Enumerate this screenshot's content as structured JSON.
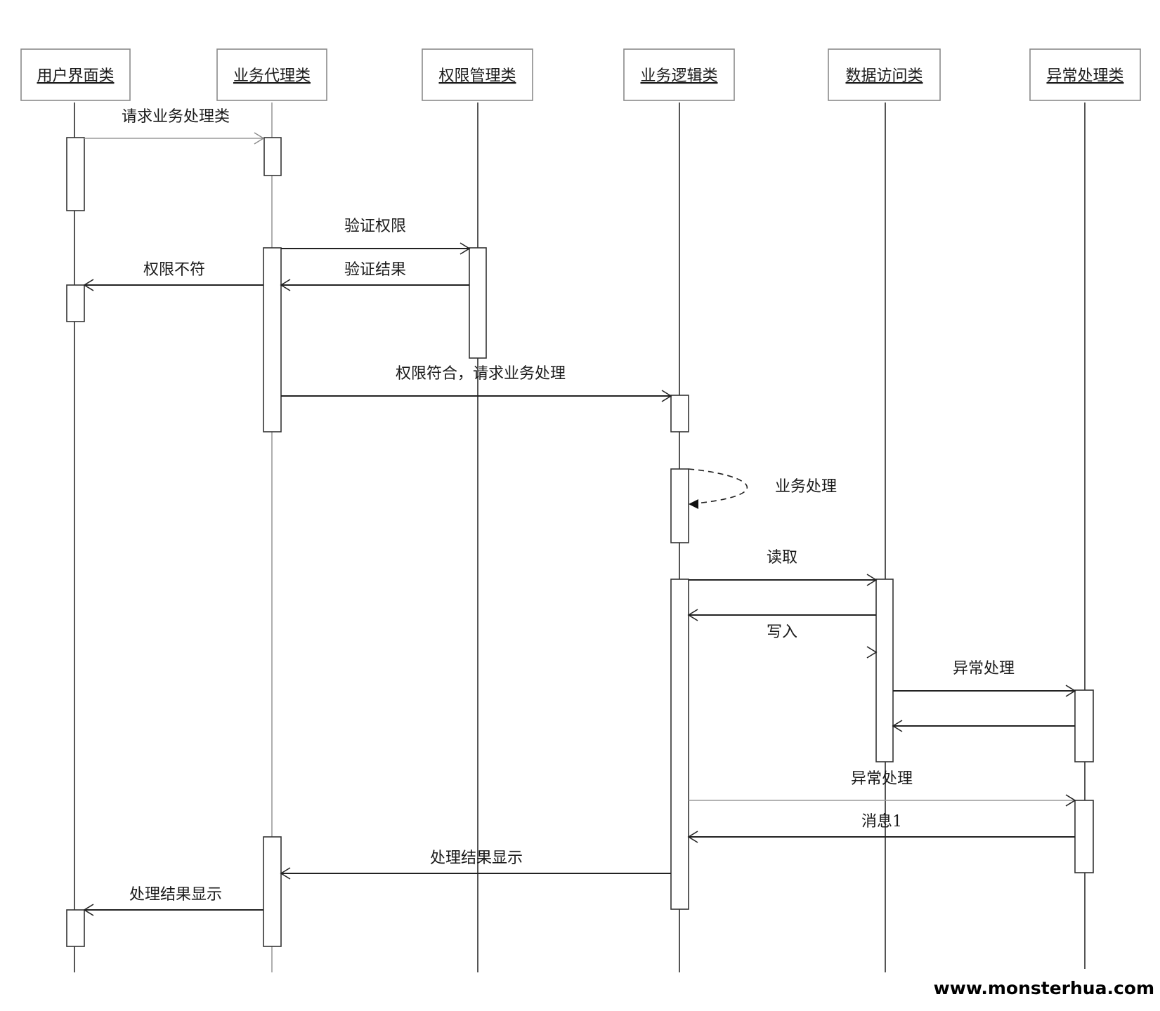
{
  "lifelines": [
    {
      "id": "ui",
      "label": "用户界面类"
    },
    {
      "id": "proxy",
      "label": "业务代理类"
    },
    {
      "id": "auth",
      "label": "权限管理类"
    },
    {
      "id": "logic",
      "label": "业务逻辑类"
    },
    {
      "id": "dao",
      "label": "数据访问类"
    },
    {
      "id": "error",
      "label": "异常处理类"
    }
  ],
  "messages": [
    {
      "from": "ui",
      "to": "proxy",
      "label": "请求业务处理类"
    },
    {
      "from": "proxy",
      "to": "auth",
      "label": "验证权限"
    },
    {
      "from": "auth",
      "to": "proxy",
      "label": "验证结果"
    },
    {
      "from": "proxy",
      "to": "ui",
      "label": "权限不符"
    },
    {
      "from": "proxy",
      "to": "logic",
      "label": "权限符合，请求业务处理"
    },
    {
      "from": "logic",
      "to": "logic",
      "label": "业务处理"
    },
    {
      "from": "logic",
      "to": "dao",
      "label": "读取"
    },
    {
      "from": "dao",
      "to": "logic",
      "label": "写入"
    },
    {
      "from": "dao",
      "to": "error",
      "label": "异常处理"
    },
    {
      "from": "error",
      "to": "dao",
      "label": ""
    },
    {
      "from": "logic",
      "to": "error",
      "label": "异常处理"
    },
    {
      "from": "error",
      "to": "logic",
      "label": "消息1"
    },
    {
      "from": "logic",
      "to": "proxy",
      "label": "处理结果显示"
    },
    {
      "from": "proxy",
      "to": "ui",
      "label": "处理结果显示"
    }
  ],
  "watermark": "www.monsterhua.com"
}
